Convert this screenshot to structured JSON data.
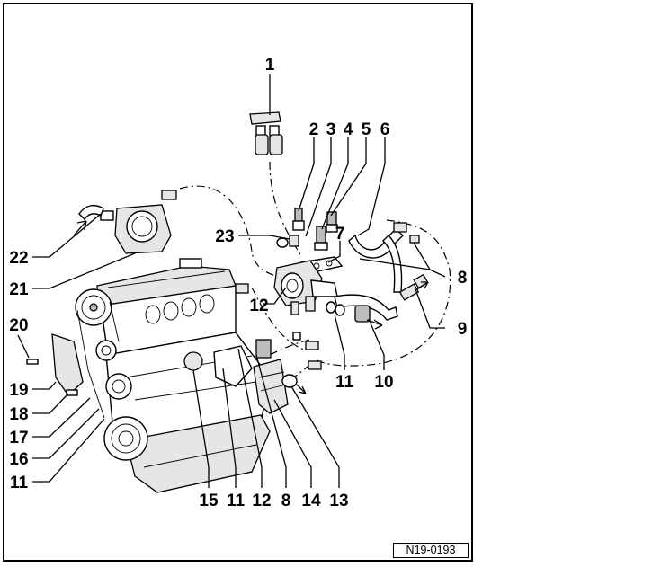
{
  "figure": {
    "reference_code": "N19-0193"
  },
  "callouts": [
    {
      "id": "c1",
      "label": "1"
    },
    {
      "id": "c2",
      "label": "2"
    },
    {
      "id": "c3",
      "label": "3"
    },
    {
      "id": "c4",
      "label": "4"
    },
    {
      "id": "c5",
      "label": "5"
    },
    {
      "id": "c6",
      "label": "6"
    },
    {
      "id": "c7",
      "label": "7"
    },
    {
      "id": "c8r",
      "label": "8"
    },
    {
      "id": "c9",
      "label": "9"
    },
    {
      "id": "c10",
      "label": "10"
    },
    {
      "id": "c11r",
      "label": "11"
    },
    {
      "id": "c12r",
      "label": "12"
    },
    {
      "id": "c23",
      "label": "23"
    },
    {
      "id": "c22",
      "label": "22"
    },
    {
      "id": "c21",
      "label": "21"
    },
    {
      "id": "c20",
      "label": "20"
    },
    {
      "id": "c19",
      "label": "19"
    },
    {
      "id": "c18",
      "label": "18"
    },
    {
      "id": "c17",
      "label": "17"
    },
    {
      "id": "c16",
      "label": "16"
    },
    {
      "id": "c11l",
      "label": "11"
    },
    {
      "id": "c15",
      "label": "15"
    },
    {
      "id": "c11b",
      "label": "11"
    },
    {
      "id": "c12b",
      "label": "12"
    },
    {
      "id": "c8b",
      "label": "8"
    },
    {
      "id": "c14",
      "label": "14"
    },
    {
      "id": "c13",
      "label": "13"
    }
  ]
}
